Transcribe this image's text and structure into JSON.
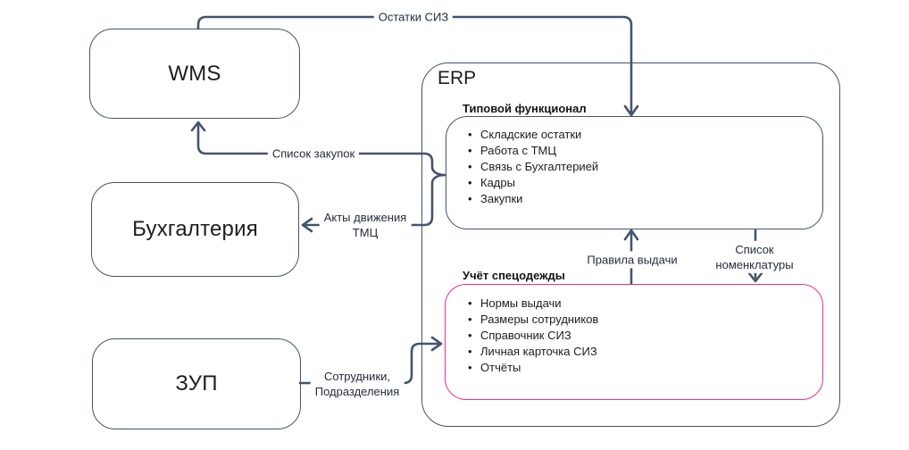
{
  "nodes": {
    "wms": {
      "label": "WMS"
    },
    "accounting": {
      "label": "Бухгалтерия"
    },
    "zup": {
      "label": "ЗУП"
    },
    "erp": {
      "label": "ERP"
    }
  },
  "erp_sections": {
    "standard": {
      "title": "Типовой функционал",
      "items": [
        "Складские остатки",
        "Работа с ТМЦ",
        "Связь с Бухгалтерией",
        "Кадры",
        "Закупки"
      ]
    },
    "workwear": {
      "title": "Учёт спецодежды",
      "items": [
        "Нормы выдачи",
        "Размеры сотрудников",
        "Справочник СИЗ",
        "Личная карточка СИЗ",
        "Отчёты"
      ]
    }
  },
  "edge_labels": {
    "siz_balances": {
      "lines": [
        "Остатки СИЗ"
      ]
    },
    "purchase_list": {
      "lines": [
        "Список закупок"
      ]
    },
    "tmc_acts": {
      "lines": [
        "Акты движения",
        "ТМЦ"
      ]
    },
    "employees": {
      "lines": [
        "Сотрудники,",
        "Подразделения"
      ]
    },
    "issue_rules": {
      "lines": [
        "Правила выдачи"
      ]
    },
    "nomenclature_list": {
      "lines": [
        "Список",
        "номенклатуры"
      ]
    }
  },
  "colors": {
    "connector_line": "#44546E",
    "workwear_border": "#EB2D8E",
    "text": "#1D1D1F"
  }
}
